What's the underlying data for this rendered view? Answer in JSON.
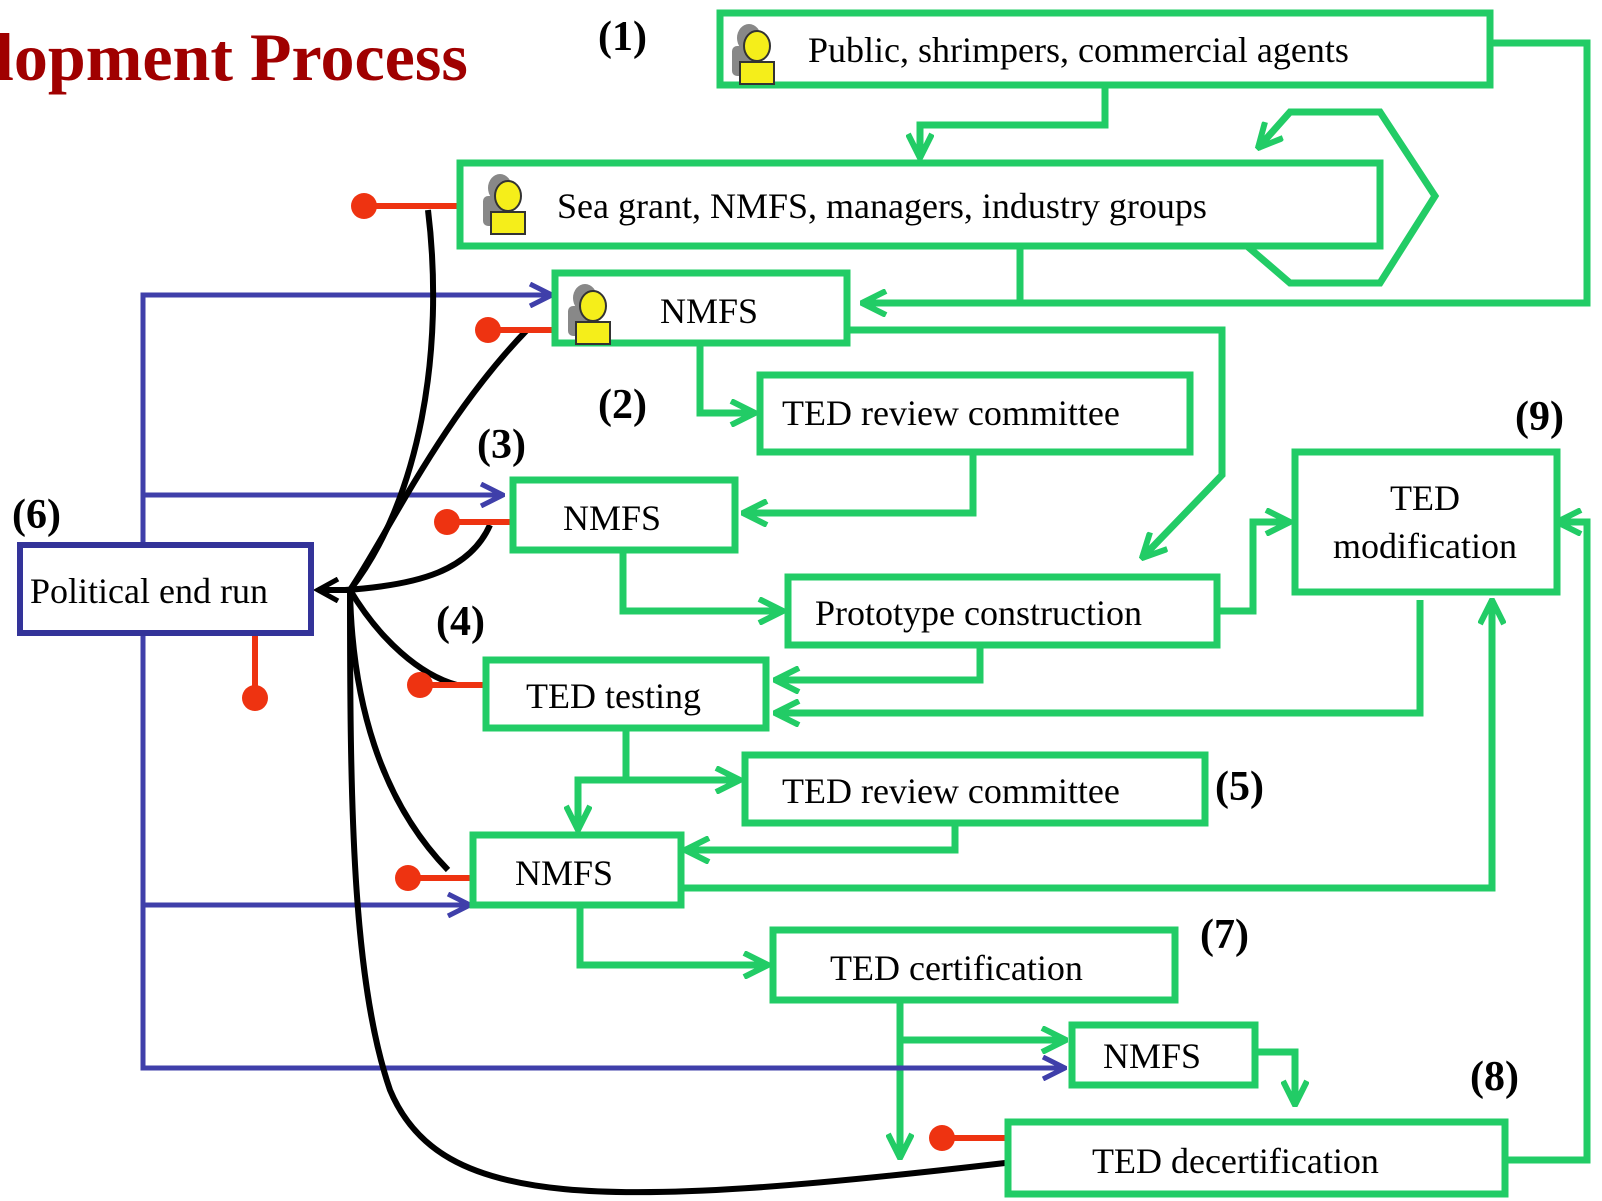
{
  "title": "lopment Process",
  "colors": {
    "green": "#22cc66",
    "blue": "#333399",
    "black": "#000000",
    "red": "#ee3311",
    "title": "#a00000",
    "person_icon": "#f5ee1a"
  },
  "nodes": {
    "public": "Public, shrimpers, commercial agents",
    "seagrant": "Sea grant, NMFS, managers, industry groups",
    "nmfs1": "NMFS",
    "review1": "TED review committee",
    "nmfs2": "NMFS",
    "prototype": "Prototype construction",
    "modification_line1": "TED",
    "modification_line2": "modification",
    "testing": "TED testing",
    "review2": "TED review committee",
    "nmfs3": "NMFS",
    "certification": "TED certification",
    "nmfs4": "NMFS",
    "decertification": "TED decertification",
    "political": "Political end run"
  },
  "step_labels": {
    "s1": "(1)",
    "s2": "(2)",
    "s3": "(3)",
    "s4": "(4)",
    "s5": "(5)",
    "s6": "(6)",
    "s7": "(7)",
    "s8": "(8)",
    "s9": "(9)"
  },
  "icons": [
    "person-icon",
    "person-icon",
    "person-icon"
  ]
}
